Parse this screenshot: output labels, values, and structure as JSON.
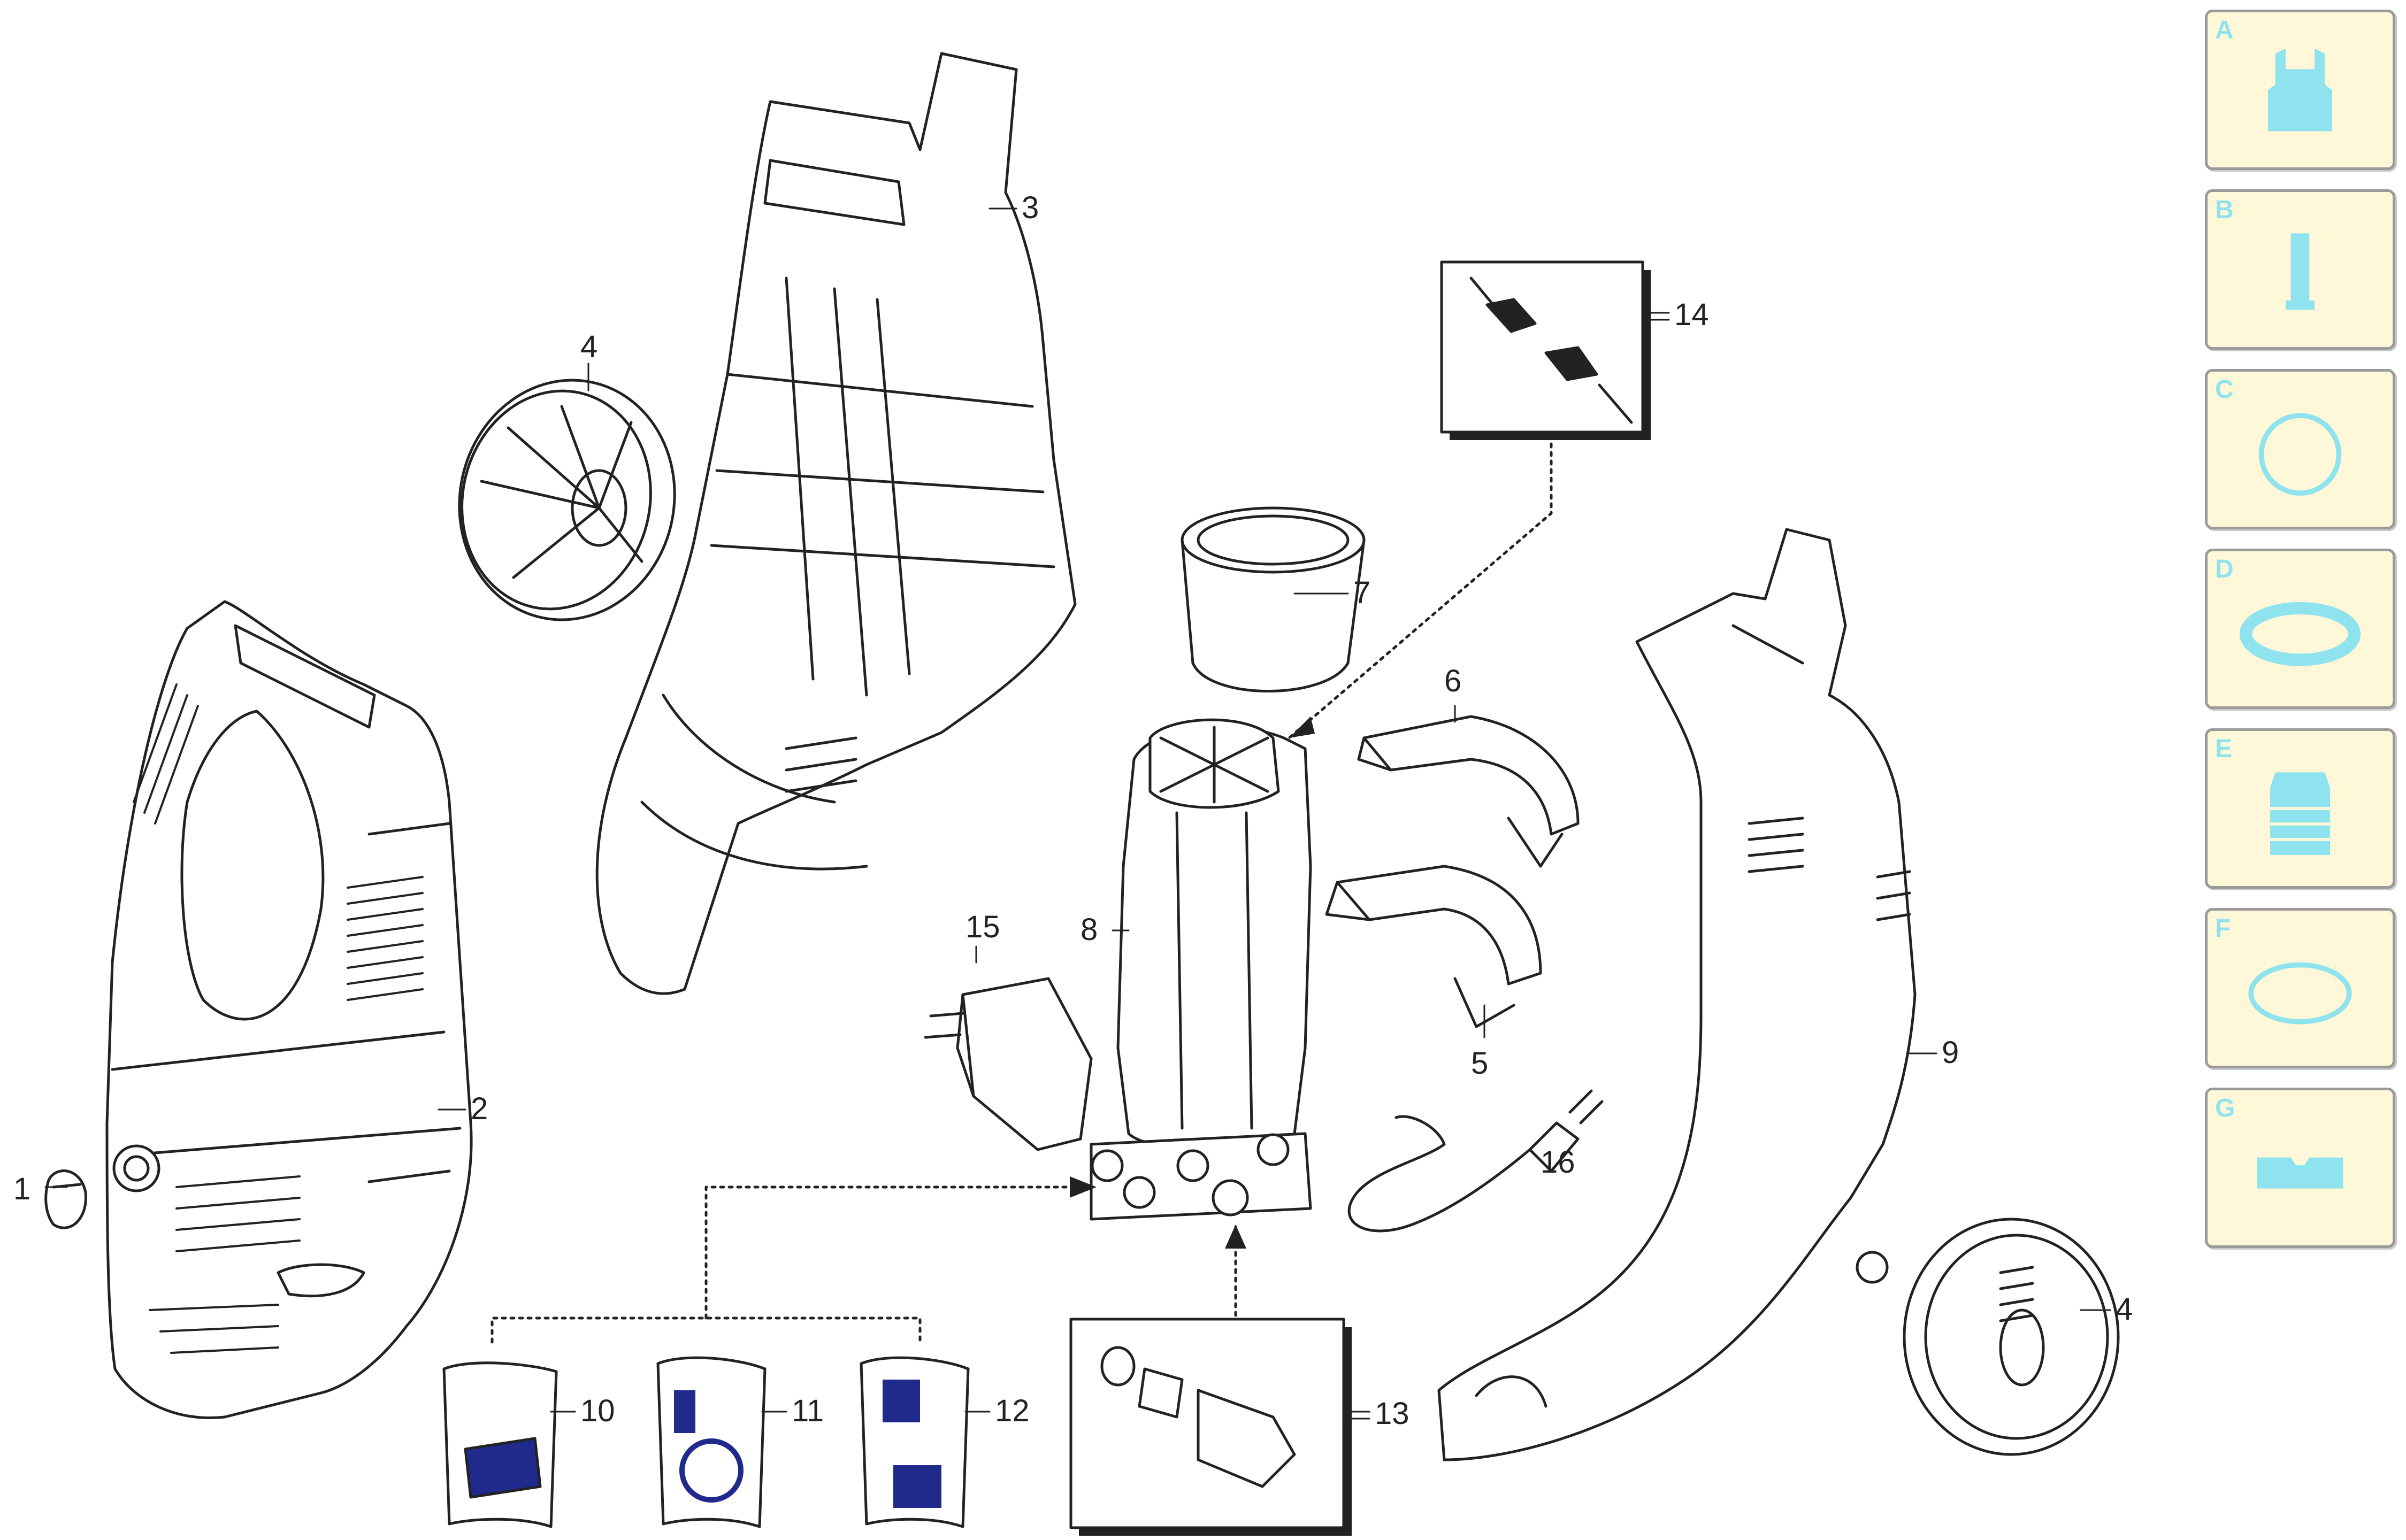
{
  "callouts": {
    "c1": "1",
    "c2": "2",
    "c3": "3",
    "c4a": "4",
    "c4b": "4",
    "c5": "5",
    "c6": "6",
    "c7": "7",
    "c8": "8",
    "c9": "9",
    "c10": "10",
    "c11": "11",
    "c12": "12",
    "c13": "13",
    "c14": "14",
    "c15": "15",
    "c16": "16"
  },
  "sidebar": {
    "items": [
      {
        "letter": "A",
        "icon": "nozzle-cap-icon"
      },
      {
        "letter": "B",
        "icon": "pin-icon"
      },
      {
        "letter": "C",
        "icon": "o-ring-icon"
      },
      {
        "letter": "D",
        "icon": "seal-ring-icon"
      },
      {
        "letter": "E",
        "icon": "ribbed-sleeve-icon"
      },
      {
        "letter": "F",
        "icon": "gasket-icon"
      },
      {
        "letter": "G",
        "icon": "plate-icon"
      }
    ]
  },
  "colors": {
    "line": "#222222",
    "part_fill": "#ffffff",
    "sidebar_bg": "#fff8d8",
    "sidebar_border": "#9a9a9a",
    "sidebar_icon": "#8fe3ee",
    "kit_blue": "#1f2a8c"
  }
}
